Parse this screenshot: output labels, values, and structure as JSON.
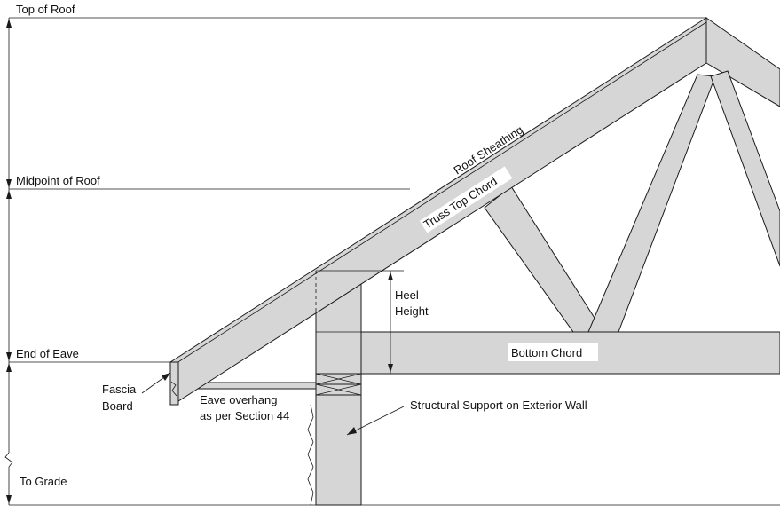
{
  "levels": {
    "top_of_roof": "Top of Roof",
    "midpoint_of_roof": "Midpoint of Roof",
    "end_of_eave": "End of Eave",
    "to_grade": "To Grade"
  },
  "components": {
    "roof_sheathing": "Roof Sheathing",
    "truss_top_chord": "Truss Top Chord",
    "bottom_chord": "Bottom Chord",
    "heel_height_line1": "Heel",
    "heel_height_line2": "Height",
    "fascia_line1": "Fascia",
    "fascia_line2": "Board",
    "eave_overhang_line1": "Eave overhang",
    "eave_overhang_line2": "as per Section 44",
    "structural_support": "Structural Support on Exterior Wall"
  },
  "colors": {
    "member_fill": "#d6d6d6",
    "line": "#1a1a1a",
    "background": "#ffffff"
  }
}
